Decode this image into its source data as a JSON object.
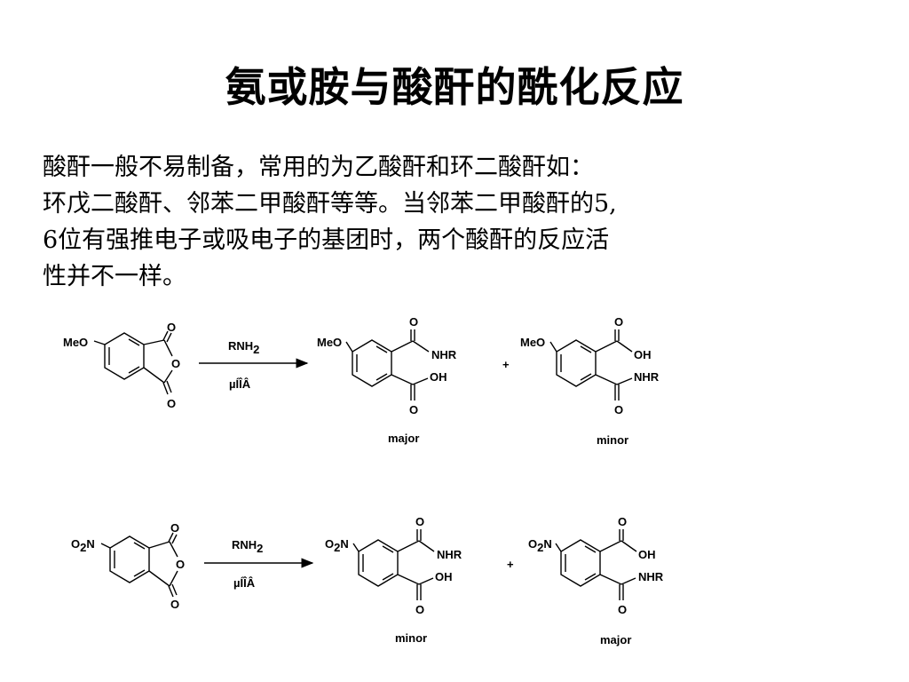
{
  "slide": {
    "title": "氨或胺与酸酐的酰化反应",
    "body_lines": [
      "酸酐一般不易制备，常用的为乙酸酐和环二酸酐如：",
      "环戊二酸酐、邻苯二甲酸酐等等。当邻苯二甲酸酐的5,",
      "6位有强推电子或吸电子的基团时，两个酸酐的反应活",
      "性并不一样。"
    ]
  },
  "reactions": [
    {
      "substituent": "MeO",
      "reagent": "RNH",
      "reagent_sub": "2",
      "condition": "µÍÎÂ",
      "plus": "+",
      "atoms": {
        "o": "O",
        "nhr": "NHR",
        "oh": "OH"
      },
      "product_a_label": "major",
      "product_b_label": "minor"
    },
    {
      "substituent_main": "O",
      "substituent_sub": "2",
      "substituent_tail": "N",
      "reagent": "RNH",
      "reagent_sub": "2",
      "condition": "µÍÎÂ",
      "plus": "+",
      "atoms": {
        "o": "O",
        "nhr": "NHR",
        "oh": "OH"
      },
      "product_a_label": "minor",
      "product_b_label": "major"
    }
  ]
}
